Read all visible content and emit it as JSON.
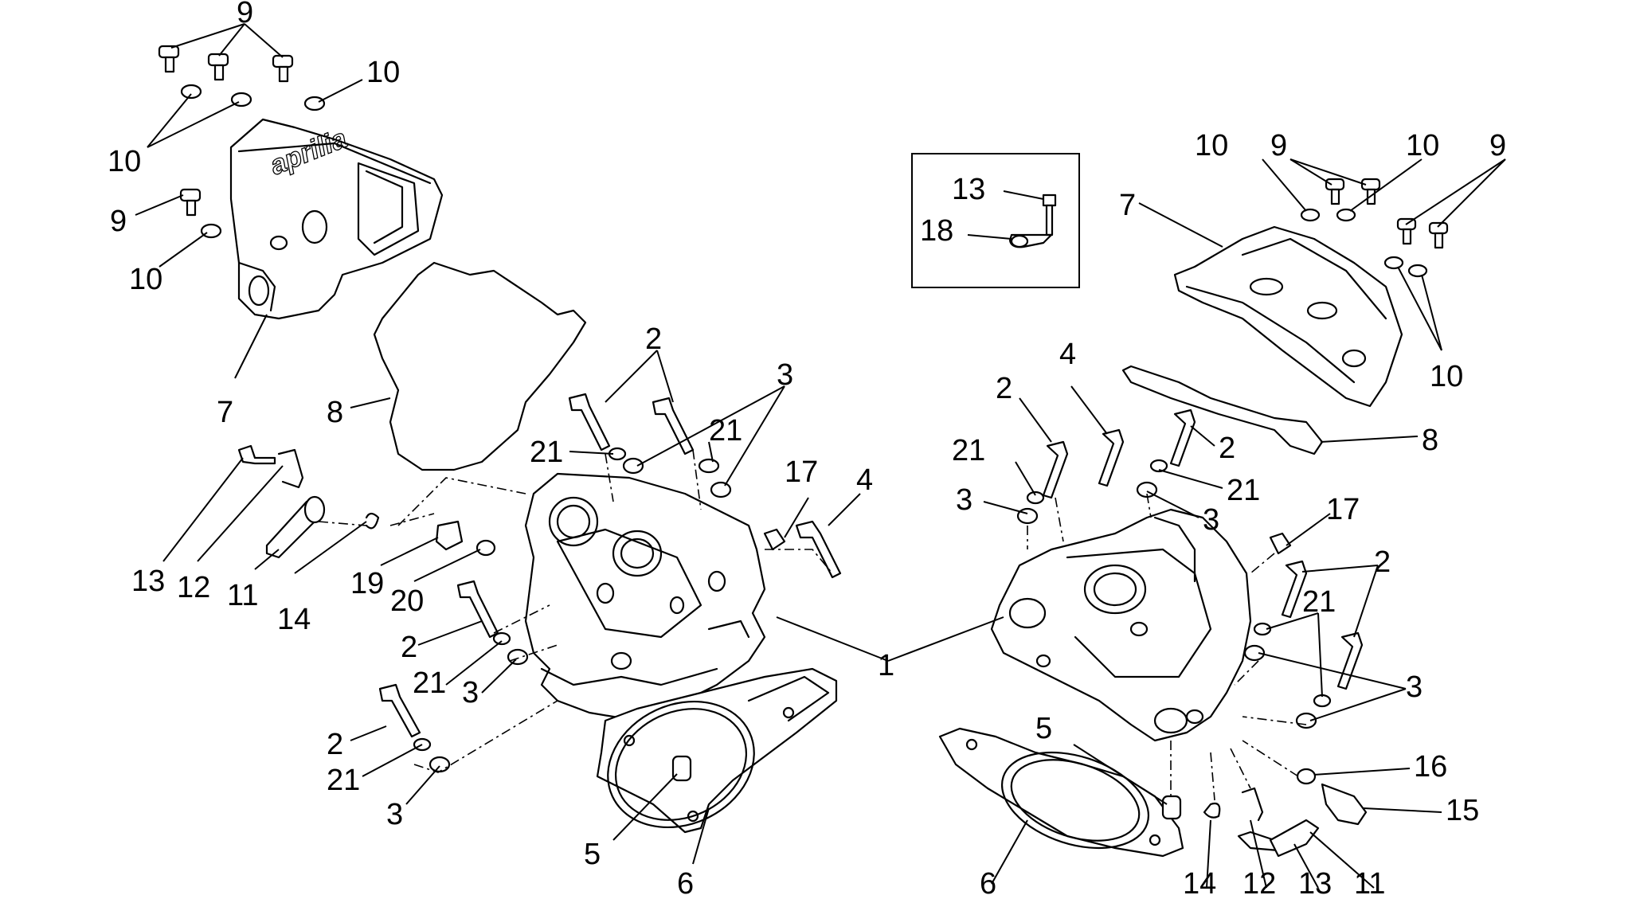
{
  "brand_mark": "aprilia",
  "callouts": {
    "left_top_9": "9",
    "left_top_10_right": "10",
    "left_top_10_left": "10",
    "left_mid_9": "9",
    "left_mid_10": "10",
    "left_cover_7": "7",
    "left_gasket_8": "8",
    "left_upper_2": "2",
    "left_upper_3": "3",
    "left_upper_21a": "21",
    "left_upper_21b": "21",
    "left_17": "17",
    "left_4": "4",
    "left_13": "13",
    "left_12": "12",
    "left_11": "11",
    "left_14": "14",
    "left_19": "19",
    "left_20": "20",
    "left_mid_2": "2",
    "left_mid_21": "21",
    "left_mid_3": "3",
    "left_low_2": "2",
    "left_low_21": "21",
    "left_low_3": "3",
    "left_5": "5",
    "left_6": "6",
    "center_1": "1",
    "inset_13": "13",
    "inset_18": "18",
    "right_top_10a": "10",
    "right_top_9a": "9",
    "right_top_10b": "10",
    "right_top_9b": "9",
    "right_top_10c": "10",
    "right_cover_7": "7",
    "right_gasket_8": "8",
    "right_4": "4",
    "right_2_left": "2",
    "right_21_left": "21",
    "right_3_left": "3",
    "right_2_mid": "2",
    "right_21_mid": "21",
    "right_3_mid": "3",
    "right_17": "17",
    "right_2_side": "2",
    "right_21_side": "21",
    "right_3_side": "3",
    "right_16": "16",
    "right_15": "15",
    "right_5": "5",
    "right_6": "6",
    "right_14": "14",
    "right_12": "12",
    "right_13": "13",
    "right_11": "11"
  }
}
